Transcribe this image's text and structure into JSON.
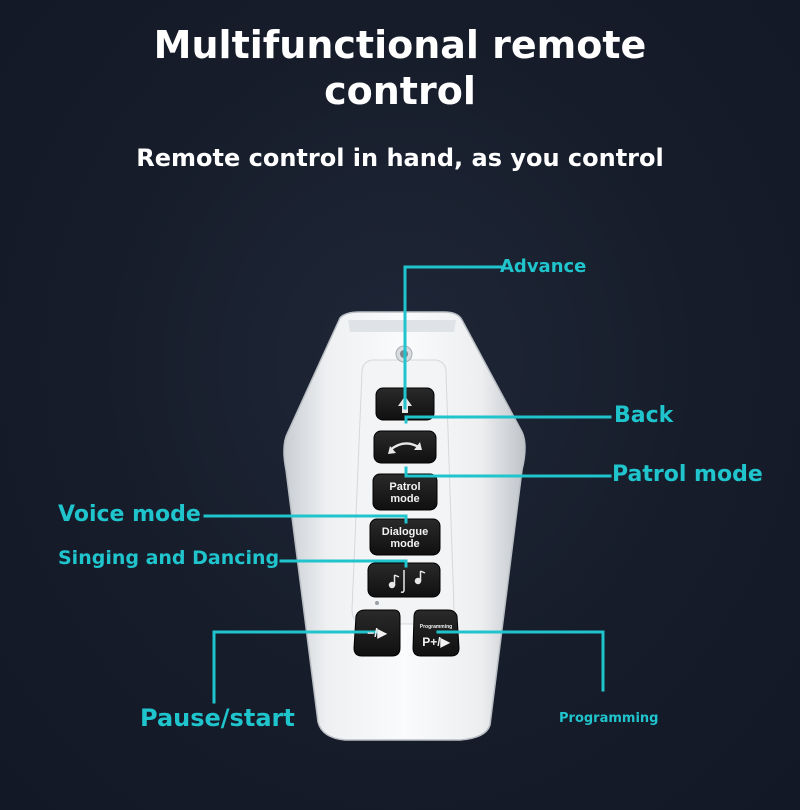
{
  "header": {
    "title_line1": "Multifunctional remote",
    "title_line2": "control",
    "subtitle": "Remote control in hand, as you control"
  },
  "labels": {
    "advance": "Advance",
    "back": "Back",
    "patrol_mode": "Patrol mode",
    "voice_mode": "Voice mode",
    "singing_dancing": "Singing and Dancing",
    "pause_start": "Pause/start",
    "programming": "Programming"
  },
  "buttons": {
    "patrol_line1": "Patrol",
    "patrol_line2": "mode",
    "dialogue_line1": "Dialogue",
    "dialogue_line2": "mode",
    "programming_small": "Programming",
    "programming_main": "P+/▶",
    "pause_main": "−/▶"
  },
  "colors": {
    "accent": "#1fc4cc",
    "background": "#161c29",
    "remote_body": "#eceef0",
    "button": "#1a1a1a"
  },
  "icons": {
    "advance": "arrow-up-icon",
    "back": "rotate-arrows-icon",
    "music": "music-notes-icon",
    "indicator": "led-icon"
  }
}
